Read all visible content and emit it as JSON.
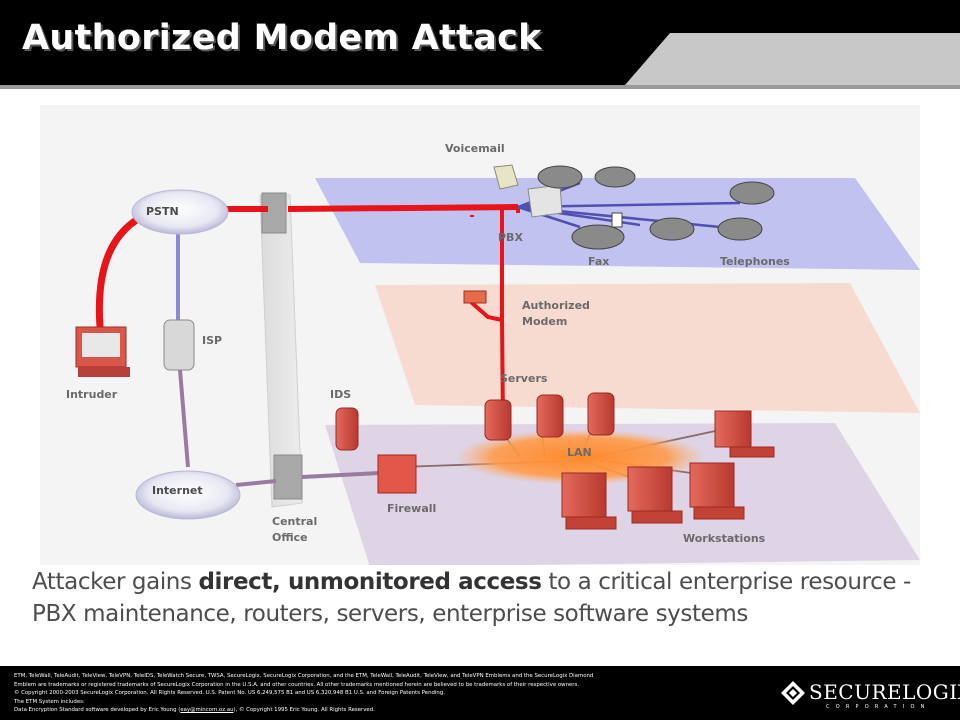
{
  "header": {
    "title": "Authorized Modem Attack"
  },
  "diagram": {
    "labels": {
      "voicemail": "Voicemail",
      "pbx": "PBX",
      "fax": "Fax",
      "telephones": "Telephones",
      "pstn": "PSTN",
      "isp": "ISP",
      "intruder": "Intruder",
      "internet": "Internet",
      "authorized_modem_line1": "Authorized",
      "authorized_modem_line2": "Modem",
      "servers": "Servers",
      "ids": "IDS",
      "lan": "LAN",
      "firewall": "Firewall",
      "central_office_line1": "Central",
      "central_office_line2": "Office",
      "workstations": "Workstations"
    },
    "colors": {
      "attack_path": "#e8141a",
      "isp_link": "#8a8ad8",
      "internet_link": "#9a7aa0",
      "telephony_plane": "#b8b8f0",
      "modem_plane": "#f8d8cc",
      "lan_plane": "#dcd0e4",
      "device": "#d9564a"
    }
  },
  "caption": {
    "part1": "Attacker gains ",
    "bold": "direct, unmonitored access",
    "part2": " to a critical enterprise resource - PBX maintenance, routers,  servers, enterprise software systems"
  },
  "footer": {
    "legal": [
      "ETM, TeleWall, TeleAudit, TeleView, TeleVPN, TeleIDS, TeleWatch Secure, TWSA, SecureLogix, SecureLogix Corporation, and the ETM, TeleWall, TeleAudit, TeleView, and TeleVPN Emblems and the SecureLogix Diamond",
      "Emblem are trademarks or registered trademarks of SecureLogix Corporation in the U.S.A. and other countries. All other trademarks mentioned herein are believed to be trademarks of their respective owners.",
      "© Copyright 2000-2003 SecureLogix Corporation. All Rights Reserved.  U.S. Patent No. US 6,249,575 B1 and US 6,320,948 B1  U.S. and Foreign Patents Pending.",
      "The ETM System includes:"
    ],
    "legal_last_prefix": "Data Encryption Standard software developed by Eric Young (",
    "legal_last_link": "eay@mincom.oz.au",
    "legal_last_suffix": "), © Copyright 1995 Eric Young.  All Rights Reserved.",
    "logo_name": "SECURELOGIX",
    "logo_sub": "CORPORATION",
    "logo_icon": "diamond-icon"
  }
}
